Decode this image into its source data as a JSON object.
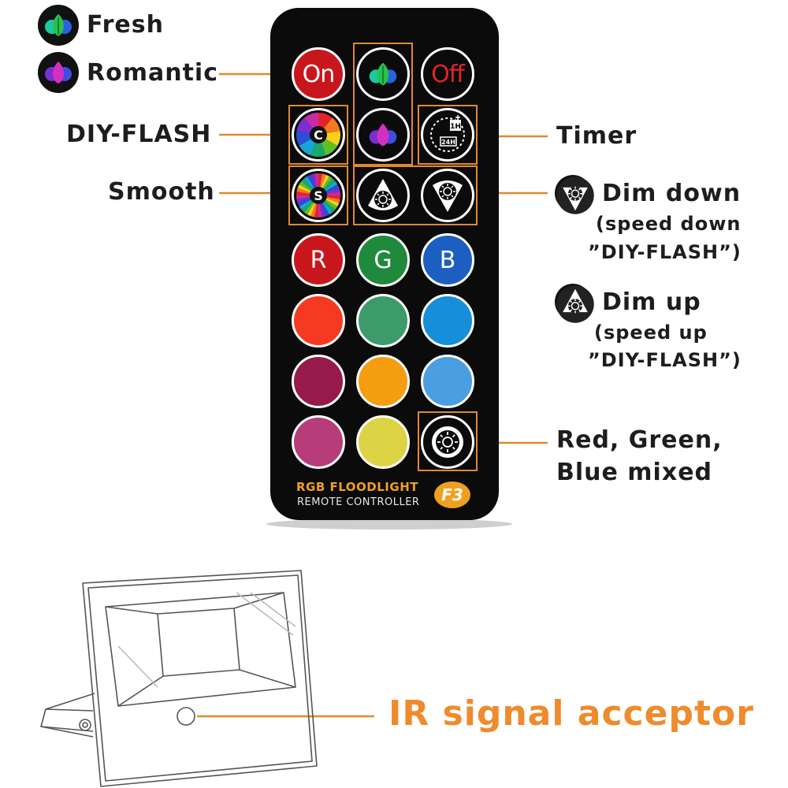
{
  "legend": {
    "fresh": "Fresh",
    "romantic": "Romantic"
  },
  "labels": {
    "diy_flash": "DIY-FLASH",
    "smooth": "Smooth",
    "timer": "Timer",
    "dim_down": "Dim down",
    "dim_down_sub1": "(speed down",
    "dim_down_sub2": "”DIY-FLASH”)",
    "dim_up": "Dim up",
    "dim_up_sub1": "(speed up",
    "dim_up_sub2": "”DIY-FLASH”)",
    "rgb_mixed1": "Red, Green,",
    "rgb_mixed2": "Blue mixed",
    "ir": "IR signal acceptor"
  },
  "remote": {
    "brand_line1": "RGB FLOODLIGHT",
    "brand_line2": "REMOTE CONTROLLER",
    "badge": "F3",
    "buttons": {
      "on": "On",
      "off": "Off",
      "diy": "C",
      "smooth": "S",
      "timer_1h": "1H",
      "timer_24h": "24H",
      "r": "R",
      "g": "G",
      "b": "B"
    },
    "colors": {
      "on": "#c8161d",
      "off": "#a7121a",
      "r": "#c8161d",
      "g": "#1f8a3c",
      "b": "#1d5fc1",
      "row4": [
        "#f53a21",
        "#3d9a6a",
        "#168ed8"
      ],
      "row5": [
        "#961a4a",
        "#f59d10",
        "#4b9ee0"
      ],
      "row6": [
        "#b63d7a",
        "#dcd445"
      ]
    }
  },
  "accent_color": "#e08a2e"
}
